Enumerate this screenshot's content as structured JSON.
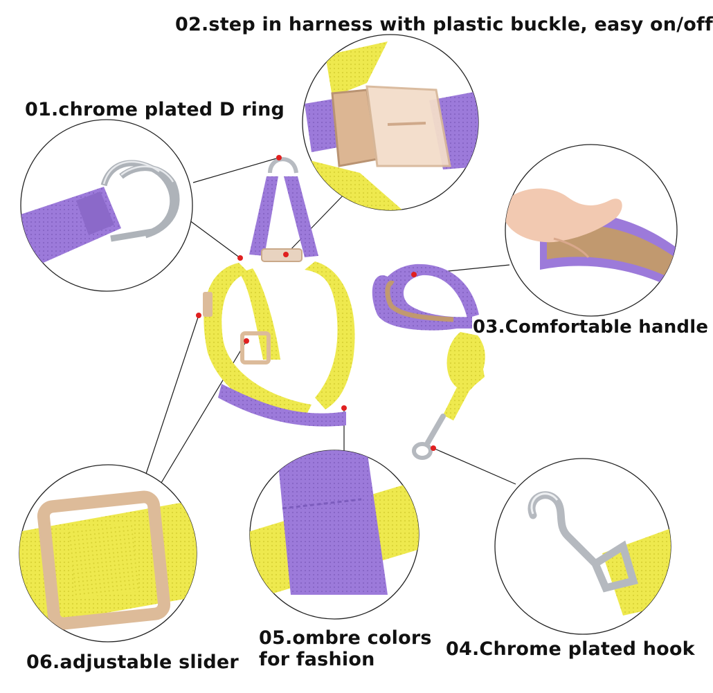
{
  "features": {
    "f01": "01.chrome plated D ring",
    "f02": "02.step in harness with plastic buckle, easy on/off",
    "f03": "03.Comfortable handle",
    "f04": "04.Chrome plated hook",
    "f05_line1": "05.ombre colors",
    "f05_line2": "for fashion",
    "f06": "06.adjustable slider"
  },
  "colors": {
    "purple": "#9a78d8",
    "yellow": "#ede84a",
    "tan": "#d9b99a",
    "leather": "#b88a62",
    "chrome": "#b8bcc2",
    "callout_dot": "#e02020"
  }
}
